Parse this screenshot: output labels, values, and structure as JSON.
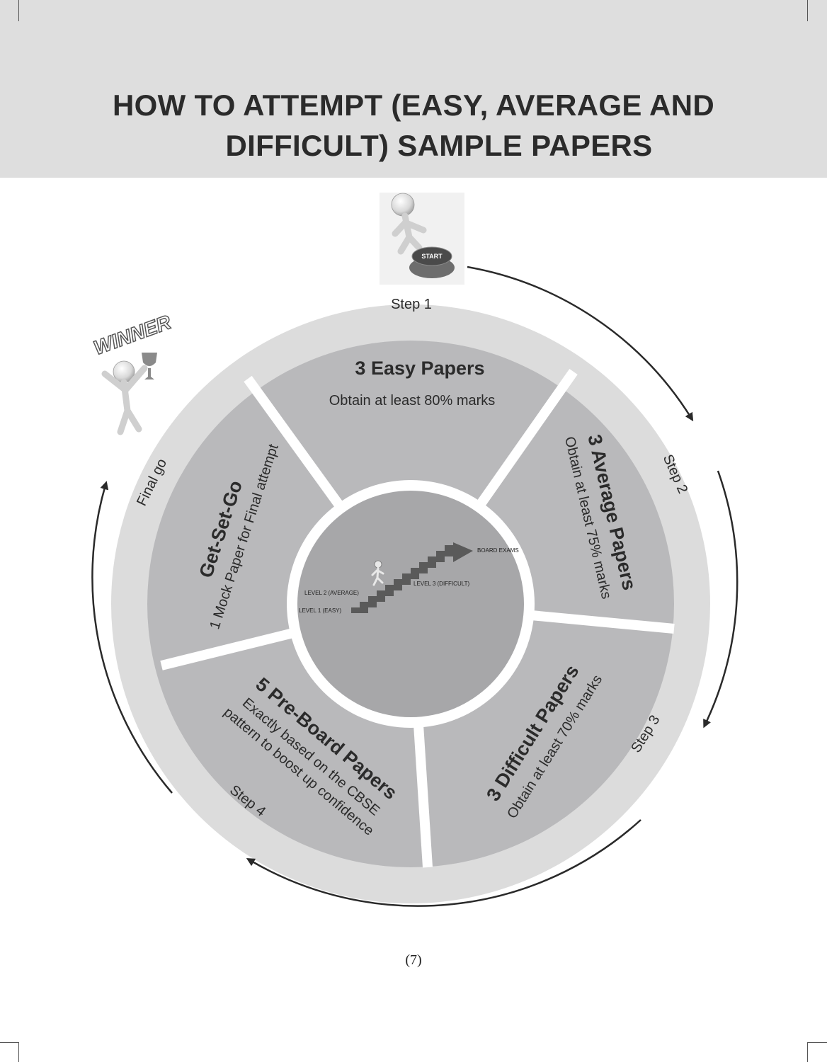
{
  "header": {
    "title_line1": "HOW TO ATTEMPT (EASY, AVERAGE AND",
    "title_line2": "DIFFICULT) SAMPLE PAPERS"
  },
  "start_badge": "START",
  "winner_label": "WINNER",
  "ring_labels": {
    "step1": "Step 1",
    "step2": "Step 2",
    "step3": "Step 3",
    "step4": "Step 4",
    "final": "Final go"
  },
  "segments": {
    "easy": {
      "title": "3 Easy Papers",
      "desc": "Obtain at least 80% marks"
    },
    "average": {
      "title": "3 Average Papers",
      "desc": "Obtain at least 75% marks"
    },
    "difficult": {
      "title": "3 Difficult Papers",
      "desc": "Obtain at least 70% marks"
    },
    "preboard": {
      "title": "5 Pre-Board Papers",
      "desc1": "Exactly based on the CBSE",
      "desc2": "pattern to boost up confidence"
    },
    "getsetgo": {
      "title": "Get-Set-Go",
      "desc": "1 Mock Paper for Final attempt"
    }
  },
  "center_levels": {
    "level1": "LEVEL 1 (EASY)",
    "level2": "LEVEL 2 (AVERAGE)",
    "level3": "LEVEL 3 (DIFFICULT)",
    "board": "BOARD EXAMS"
  },
  "colors": {
    "header_bg": "#dedede",
    "outer_ring": "#dcdcdc",
    "segment": "#b9b9bb",
    "center": "#a7a7a9",
    "stairs": "#5a5a5a",
    "text": "#2b2b2b"
  },
  "page_number": "(7)"
}
